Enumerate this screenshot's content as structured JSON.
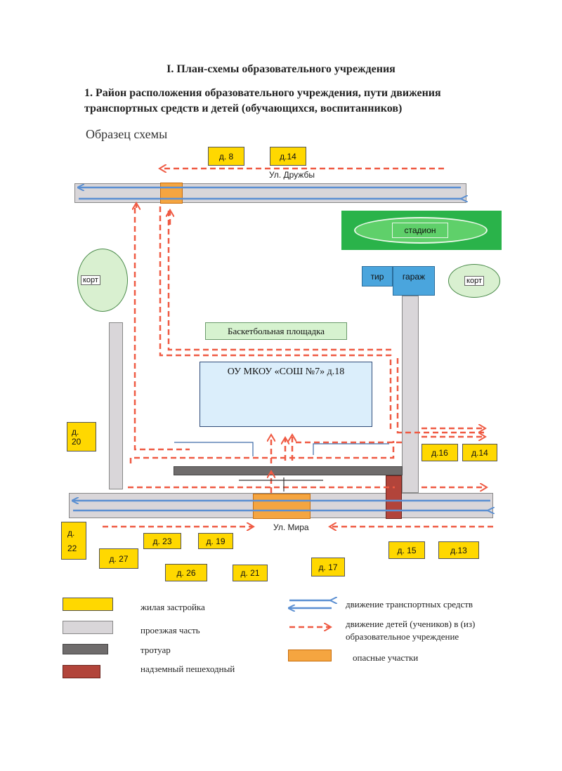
{
  "heading": "I. План-схемы образовательного учреждения",
  "subheading": "1. Район расположения образовательного учреждения, пути движения транспортных средств и детей (обучающихся, воспитанников)",
  "sample_label": "Образец схемы",
  "streets": {
    "north": "Ул. Дружбы",
    "south": "Ул. Мира"
  },
  "facilities": {
    "stadium": "стадион",
    "court_left": "корт",
    "court_right": "корт",
    "range": "тир",
    "garage": "гараж",
    "basketball": "Баскетбольная площадка",
    "school": "ОУ МКОУ «СОШ №7» д.18"
  },
  "houses": {
    "d8": "д. 8",
    "d14_top": "д.14",
    "d20": "д. 20",
    "d16": "д.16",
    "d14_right": "д.14",
    "d22": "д. 22",
    "d27": "д. 27",
    "d23": "д. 23",
    "d19": "д. 19",
    "d26": "д. 26",
    "d21": "д. 21",
    "d17": "д. 17",
    "d15": "д. 15",
    "d13": "д.13"
  },
  "legend": {
    "housing": "жилая застройка",
    "roadway": "проезжая часть",
    "sidewalk": "тротуар",
    "overpass": "надземный пешеходный",
    "vehicle_traffic": "движение транспортных средств",
    "children_traffic": "движение детей (учеников) в (из) образовательное учреждение",
    "danger_zones": "опасные участки"
  },
  "colors": {
    "housing": "#ffd800",
    "roadway": "#d9d6d9",
    "sidewalk": "#6f6c6c",
    "overpass": "#b2443a",
    "danger": "#f5a540",
    "vehicle_arrow": "#5b8fd2",
    "child_arrow": "#ef5a43",
    "stadium_field": "#2ab34a",
    "stadium_oval": "#5fd06a",
    "court": "#d9f0d0",
    "school": "#dbeefb",
    "building_blue": "#4aa5dd",
    "basketball": "#d6f2cf"
  }
}
